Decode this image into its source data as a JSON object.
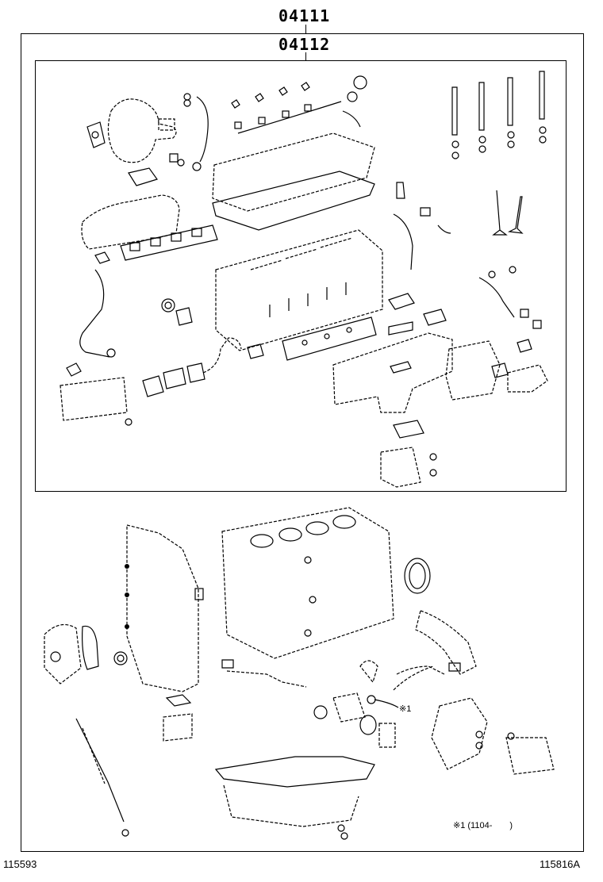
{
  "callouts": {
    "set_outer": "04111",
    "set_inner": "04112"
  },
  "notes": {
    "ref_mark": "※1",
    "ref_legend": "※1 (1104-　　)"
  },
  "footer": {
    "left_code": "115593",
    "right_code": "115816A"
  }
}
